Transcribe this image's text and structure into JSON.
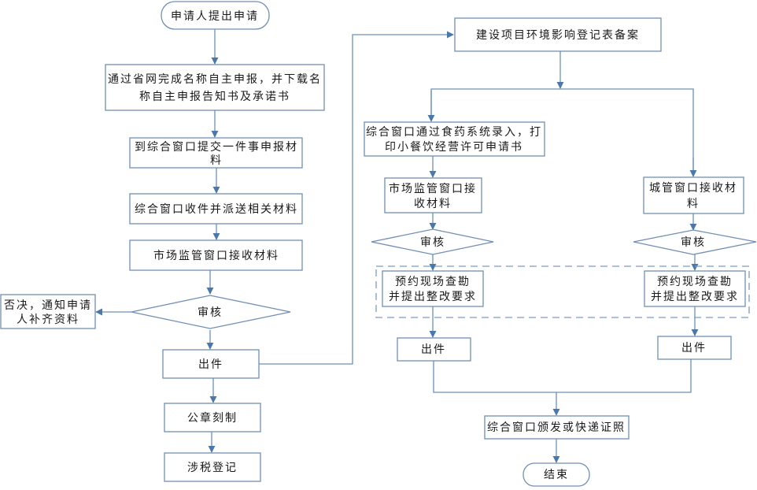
{
  "diagram": {
    "type": "flowchart",
    "colors": {
      "stroke": "#6f8fb3",
      "connector": "#6a90bb",
      "arrowhead": "#4a78aa",
      "text": "#1a1a1a",
      "background": "#ffffff"
    },
    "left_branch": {
      "start": "申请人提出申请",
      "step1": [
        "通过省网完成名称自主申报，并下载名",
        "称自主申报告知书及承诺书"
      ],
      "step2": [
        "到综合窗口提交一件事申报材",
        "料"
      ],
      "step3": "综合窗口收件并派送相关材料",
      "step4": "市场监管窗口接收材料",
      "review": "审核",
      "reject": [
        "否决，通知申请",
        "人补齐资料"
      ],
      "issue": "出件",
      "seal": "公章刻制",
      "tax": "涉税登记"
    },
    "right_branch": {
      "env": "建设项目环境影响登记表备案",
      "food_entry": [
        "综合窗口通过食药系统录入，打",
        "印小餐饮经营许可申请书"
      ],
      "market_receive": [
        "市场监管窗口接",
        "收材料"
      ],
      "market_review": "审核",
      "market_inspect": [
        "预约现场查勘",
        "并提出整改要求"
      ],
      "market_issue": "出件",
      "city_receive": [
        "城管窗口接收材",
        "料"
      ],
      "city_review": "审核",
      "city_inspect": [
        "预约现场查勘",
        "并提出整改要求"
      ],
      "city_issue": "出件",
      "deliver": "综合窗口颁发或快递证照",
      "end": "结束"
    }
  }
}
